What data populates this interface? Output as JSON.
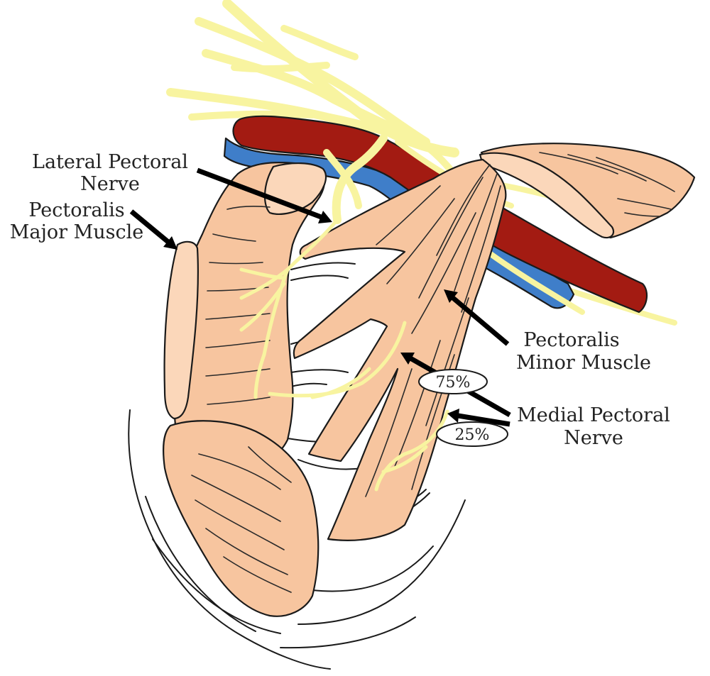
{
  "colors": {
    "muscle": "#f7c59f",
    "muscle_light": "#fbd7ba",
    "artery": "#a31b12",
    "vein": "#3f7ec9",
    "nerve": "#f8f4a0",
    "outline": "#1a1a1a"
  },
  "labels": {
    "lateral_pectoral_nerve": [
      "Lateral Pectoral",
      "Nerve"
    ],
    "pectoralis_major": [
      "Pectoralis",
      "Major Muscle"
    ],
    "pectoralis_minor": [
      "Pectoralis",
      "Minor Muscle"
    ],
    "medial_pectoral_nerve": [
      "Medial Pectoral",
      "Nerve"
    ]
  },
  "percentages": {
    "upper": "75%",
    "lower": "25%"
  }
}
